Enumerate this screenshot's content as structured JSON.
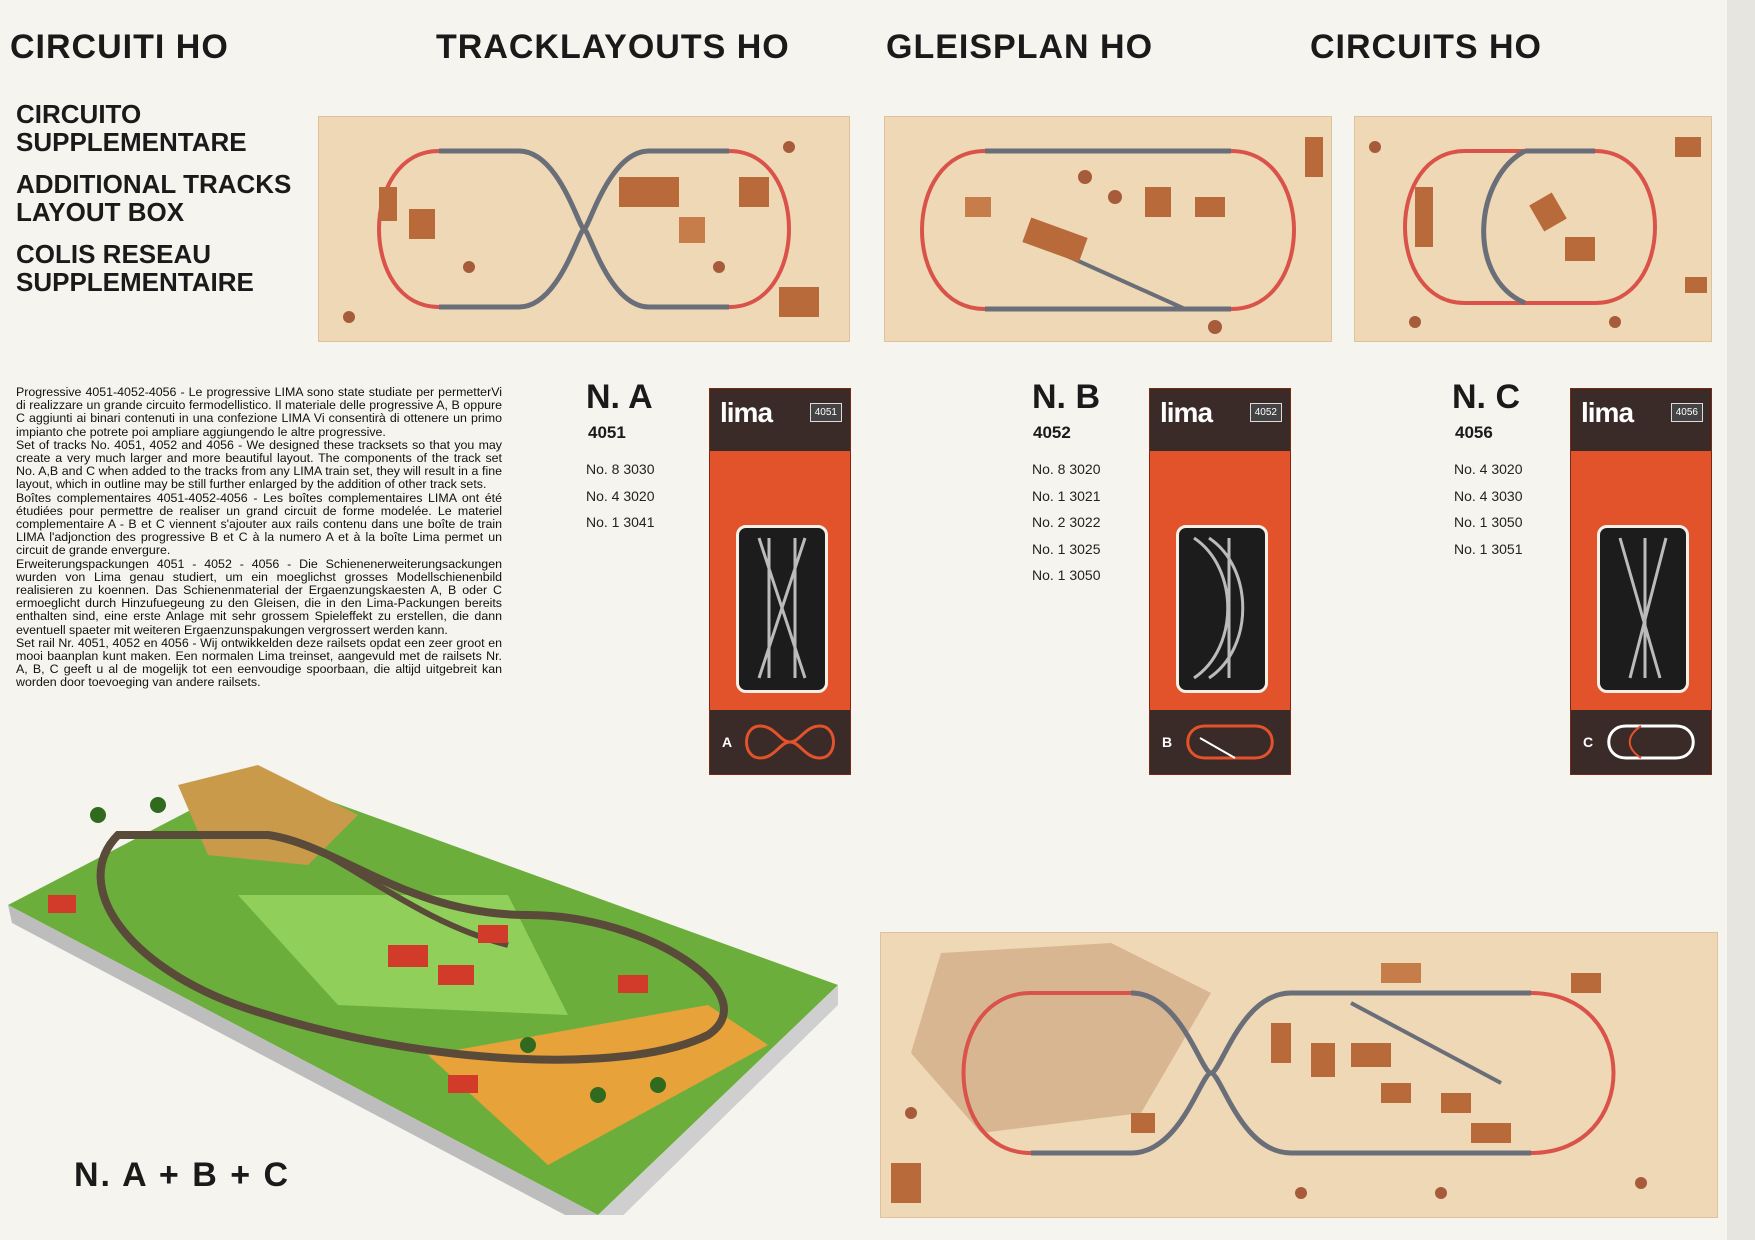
{
  "headers": {
    "italian": "CIRCUITI HO",
    "english": "TRACKLAYOUTS HO",
    "german": "GLEISPLAN HO",
    "french": "CIRCUITS HO"
  },
  "subtitles": {
    "italian": "CIRCUITO\nSUPPLEMENTARE",
    "english": "ADDITIONAL  TRACKS\nLAYOUT BOX",
    "french": "COLIS RESEAU\nSUPPLEMENTAIRE"
  },
  "description": {
    "p1": "Progressive 4051-4052-4056 - Le progressive LIMA sono state studiate per permetterVi di realizzare un grande circuito fermodellistico. Il materiale delle progressive A, B oppure C aggiunti ai binari contenuti in una confezione LIMA Vi consentirà di ottenere un primo impianto che potrete poi ampliare aggiungendo le altre progressive.",
    "p2": "Set of tracks No. 4051, 4052 and 4056 - We designed these tracksets so that you may create a very much larger and more beautiful layout. The components of the track set No. A,B and C when added to the tracks from any LIMA train set, they will result in a fine layout, which in outline may be still further enlarged by the addition of other track sets.",
    "p3": "Boîtes complementaires 4051-4052-4056 - Les boîtes complementaires LIMA ont été étudiées pour permettre de realiser un grand circuit de forme modelée. Le materiel complementaire A - B et C viennent s'ajouter aux rails contenu dans une boîte de train LIMA l'adjonction des progressive B et C à la numero A et à la boîte Lima permet un circuit de grande envergure.",
    "p4": "Erweiterungspackungen 4051 - 4052 - 4056 - Die Schienenerweiterungsackungen wurden von Lima genau studiert, um ein moeglichst grosses Modellschienenbild realisieren zu koennen. Das Schienenmaterial der Ergaenzungskaesten A, B oder C ermoeglicht durch Hinzufuegeung zu den Gleisen, die in den Lima-Packungen bereits enthalten sind, eine erste Anlage mit sehr grossem Spieleffekt zu erstellen, die dann eventuell spaeter mit weiteren Ergaenzunspakungen vergrossert werden kann.",
    "p5": "Set rail Nr. 4051, 4052 en 4056 - Wij ontwikkelden deze railsets opdat een zeer groot en mooi baanplan kunt maken. Een normalen Lima treinset, aangevuld met de railsets Nr. A, B, C geeft u al de mogelijk tot een eenvoudige spoorbaan, die altijd uitgebreit kan worden door toevoeging van andere railsets."
  },
  "sets": [
    {
      "title": "N. A",
      "code": "4051",
      "letter": "A",
      "box_number": "4051",
      "brand": "lima",
      "contents": [
        "No.  8   3030",
        "No.  4   3020",
        "No.  1   3041"
      ]
    },
    {
      "title": "N. B",
      "code": "4052",
      "letter": "B",
      "box_number": "4052",
      "brand": "lima",
      "contents": [
        "No.  8   3020",
        "No.  1   3021",
        "No.  2   3022",
        "No.  1   3025",
        "No.  1   3050"
      ]
    },
    {
      "title": "N. C",
      "code": "4056",
      "letter": "C",
      "box_number": "4056",
      "brand": "lima",
      "contents": [
        "No.  4  3020",
        "No.  4  3030",
        "No.  1  3050",
        "No.  1  3051"
      ]
    }
  ],
  "combined_title": "N. A  +  B  +  C",
  "colors": {
    "box_orange": "#e2532b",
    "box_dark": "#3a2a28",
    "plan_beige": "#efd8b6",
    "track_red": "#d9534a",
    "track_grey": "#6a6e78"
  }
}
